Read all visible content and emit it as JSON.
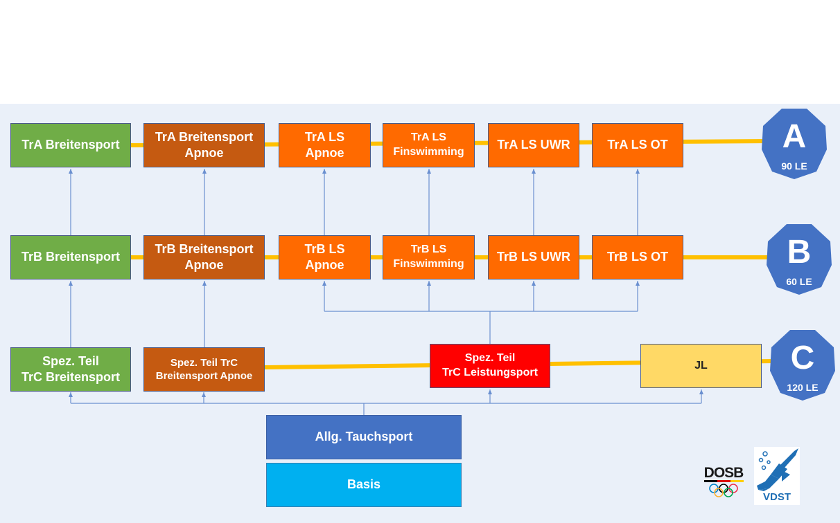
{
  "boxes": {
    "tra_breitensport": "TrA Breitensport",
    "tra_breitensport_apnoe": "TrA Breitensport\nApnoe",
    "tra_ls_apnoe": "TrA LS\nApnoe",
    "tra_ls_finswimming": "TrA LS\nFinswimming",
    "tra_ls_uwr": "TrA LS UWR",
    "tra_ls_ot": "TrA LS OT",
    "trb_breitensport": "TrB Breitensport",
    "trb_breitensport_apnoe": "TrB Breitensport\nApnoe",
    "trb_ls_apnoe": "TrB LS\nApnoe",
    "trb_ls_finswimming": "TrB LS\nFinswimming",
    "trb_ls_uwr": "TrB LS UWR",
    "trb_ls_ot": "TrB LS OT",
    "spez_trc_breitensport": "Spez. Teil\nTrC Breitensport",
    "spez_trc_breitensport_apnoe": "Spez. Teil TrC\nBreitensport Apnoe",
    "spez_trc_leistungsport": "Spez. Teil\nTrC Leistungsport",
    "jl": "JL",
    "allg_tauchsport": "Allg. Tauchsport",
    "basis": "Basis"
  },
  "levels": {
    "a": {
      "letter": "A",
      "hours": "90 LE"
    },
    "b": {
      "letter": "B",
      "hours": "60 LE"
    },
    "c": {
      "letter": "C",
      "hours": "120 LE"
    }
  },
  "logos": {
    "dosb": "DOSB",
    "vdst": "VDST"
  },
  "colors": {
    "breitensport": "#70ad47",
    "apnoe": "#c55a11",
    "leistungssport": "#ff6a00",
    "trc_leistungsport": "#ff0000",
    "jl": "#ffd966",
    "allg": "#4472c4",
    "basis": "#00b0f0",
    "level_badge": "#4472c4",
    "track": "#ffc000",
    "arrow": "#6a8fd0",
    "background": "#eaf0f9"
  }
}
